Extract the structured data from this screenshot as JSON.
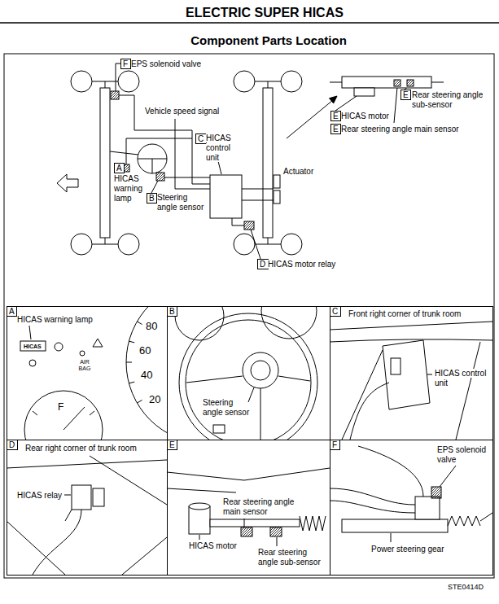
{
  "diagram": {
    "title": "ELECTRIC SUPER HICAS",
    "nodes": [
      {
        "text": [
          "F"
        ]
      },
      {
        "text": [
          "E"
        ]
      },
      {
        "text": [
          "E"
        ]
      },
      {
        "text": [
          "E"
        ]
      },
      {
        "text": [
          "C"
        ]
      },
      {
        "text": [
          "A"
        ]
      },
      {
        "text": [
          "B"
        ]
      },
      {
        "text": [
          "D"
        ]
      },
      {
        "text": [
          "HICAS warning lamp",
          "HICAS",
          "AIR BAG",
          "80",
          "60",
          "40",
          "20",
          "F"
        ]
      },
      {
        "text": [
          "A"
        ],
        "in": 8
      },
      {
        "text": [
          "Steering angle sensor"
        ]
      },
      {
        "text": [
          "B"
        ],
        "in": 10
      },
      {
        "text": [
          "Front right corner of trunk room",
          "HICAS control unit"
        ]
      },
      {
        "text": [
          "C"
        ],
        "in": 12
      },
      {
        "text": [
          "Rear right corner of trunk room",
          "HICAS relay"
        ]
      },
      {
        "text": [
          "D"
        ],
        "in": 14
      },
      {
        "text": [
          "Rear steering angle main sensor",
          "HICAS motor",
          "Rear steering angle sub-sensor"
        ]
      },
      {
        "text": [
          "E"
        ],
        "in": 16
      },
      {
        "text": [
          "EPS solenoid valve",
          "Power steering gear"
        ]
      },
      {
        "text": [
          "F"
        ],
        "in": 18
      }
    ],
    "labels": [
      "Component Parts Location",
      "EPS solenoid valve",
      "Vehicle speed signal",
      "Rear steering angle sub-sensor",
      "HICAS motor",
      "Rear steering angle main sensor",
      "HICAS control unit",
      "Actuator",
      "HICAS warning lamp",
      "Steering angle sensor",
      "HICAS motor relay",
      "STE0414D"
    ]
  }
}
